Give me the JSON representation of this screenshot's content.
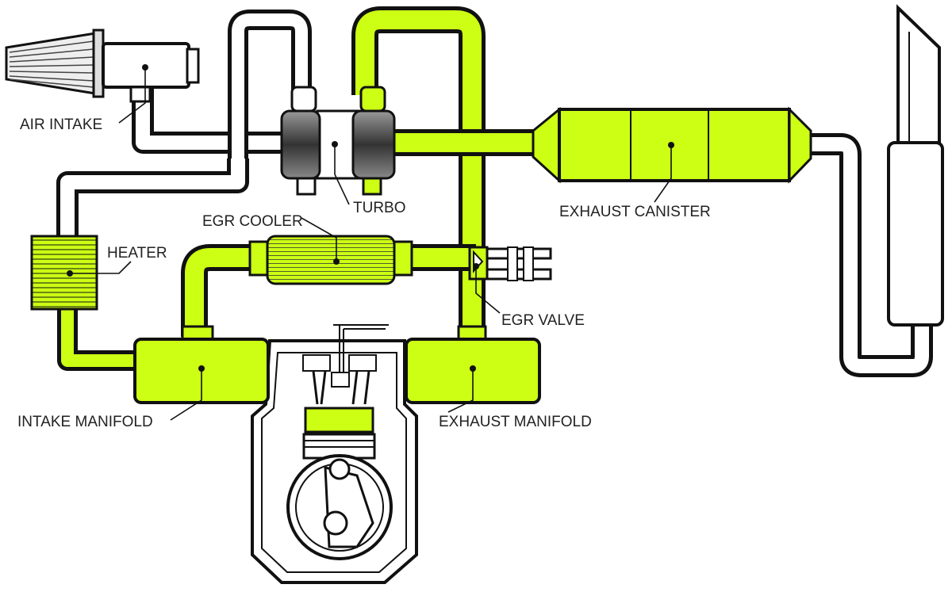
{
  "labels": {
    "air_intake": "AIR INTAKE",
    "turbo": "TURBO",
    "exhaust_canister": "EXHAUST CANISTER",
    "egr_cooler": "EGR COOLER",
    "heater": "HEATER",
    "egr_valve": "EGR VALVE",
    "intake_manifold": "INTAKE MANIFOLD",
    "exhaust_manifold": "EXHAUST MANIFOLD"
  },
  "colors": {
    "exhaust_green": "#ccff14",
    "outline": "#111111",
    "fresh_air_pipe": "#ffffff",
    "turbine_grey": "#555555"
  }
}
